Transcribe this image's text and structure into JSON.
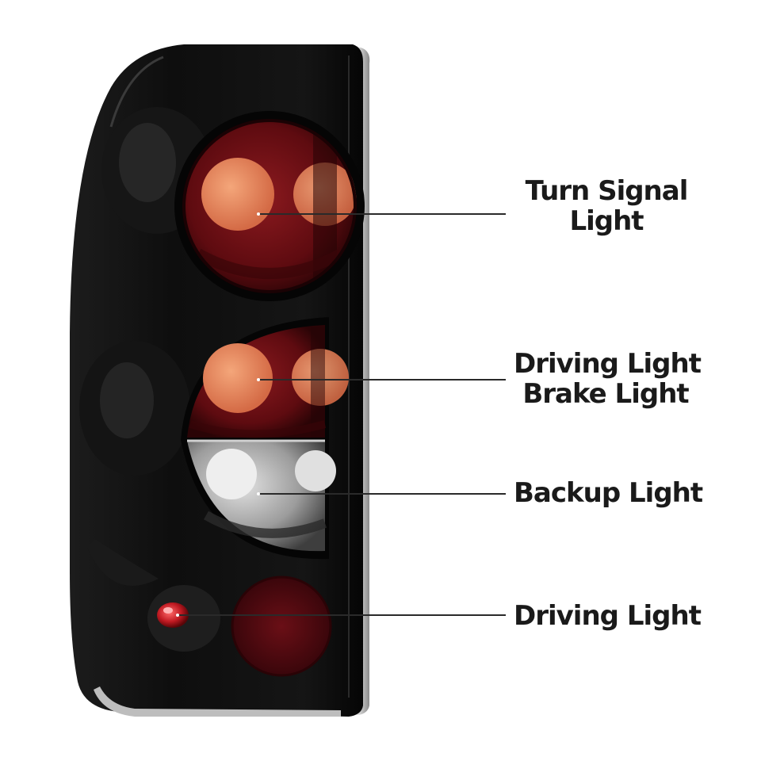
{
  "callouts": [
    {
      "lines": [
        "Turn Signal",
        "Light"
      ]
    },
    {
      "lines": [
        "Driving Light",
        "Brake Light"
      ]
    },
    {
      "lines": [
        "Backup Light"
      ]
    },
    {
      "lines": [
        "Driving Light"
      ]
    }
  ],
  "colors": {
    "housing": "#0b0b0b",
    "chrome": "#d8d8d8",
    "red_lens": "#6e0d12",
    "amber_bulb": "#e6875a",
    "clear_lens": "#bdbdbd",
    "reflector": "#5c0a10",
    "label_text": "#1a1a1a",
    "leader_line": "#2a2a2a"
  }
}
